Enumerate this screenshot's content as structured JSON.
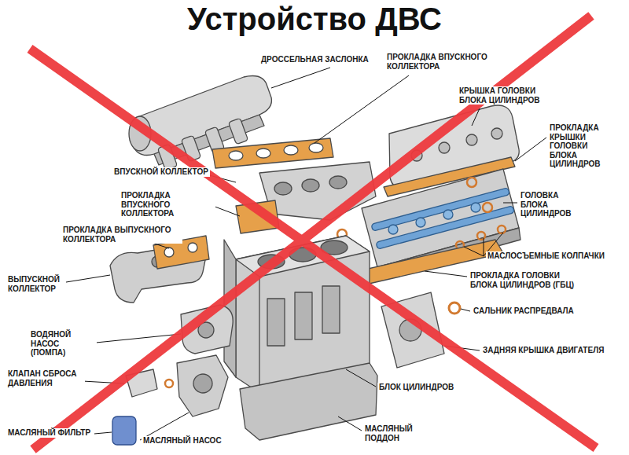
{
  "diagram": {
    "title": "Устройство ДВС",
    "labels": [
      "ДРОССЕЛЬНАЯ ЗАСЛОНКА",
      "ПРОКЛАДКА ВПУСКНОГО КОЛЛЕКТОРА",
      "КРЫШКА ГОЛОВКИ БЛОКА ЦИЛИНДРОВ",
      "ПРОКЛАДКА КРЫШКИ ГОЛОВКИ БЛОКА ЦИЛИНДРОВ",
      "ВПУСКНОЙ КОЛЛЕКТОР",
      "ПРОКЛАДКА ВПУСКНОГО КОЛЛЕКТОРА",
      "ГОЛОВКА БЛОКА ЦИЛИНДРОВ",
      "ПРОКЛАДКА ВЫПУСКНОГО КОЛЛЕКТОРА",
      "ВЫПУСКНОЙ КОЛЛЕКТОР",
      "МАСЛОСЪЕМНЫЕ КОЛПАЧКИ",
      "ПРОКЛАДКА ГОЛОВКИ БЛОКА ЦИЛИНДРОВ (ГБЦ)",
      "САЛЬНИК РАСПРЕДВАЛА",
      "ВОДЯНОЙ НАСОС (ПОМПА)",
      "ЗАДНЯЯ КРЫШКА ДВИГАТЕЛЯ",
      "КЛАПАН СБРОСА ДАВЛЕНИЯ",
      "БЛОК ЦИЛИНДРОВ",
      "МАСЛЯНЫЙ ФИЛЬТР",
      "МАСЛЯНЫЙ НАСОС",
      "МАСЛЯНЫЙ ПОДДОН"
    ]
  }
}
